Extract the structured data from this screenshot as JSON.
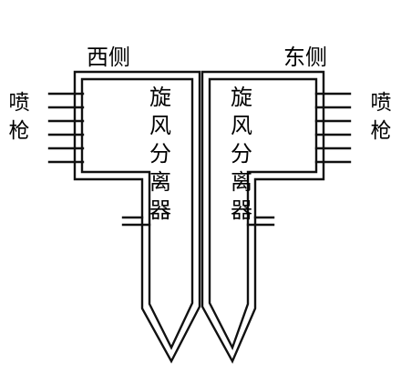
{
  "diagram": {
    "labels": {
      "west_side": "西侧",
      "east_side": "东侧",
      "nozzle_west": "喷枪",
      "nozzle_east": "喷枪",
      "cyclone_separator_west": "旋风分离器",
      "cyclone_separator_east": "旋风分离器"
    },
    "colors": {
      "line": "#111111",
      "background": "#ffffff"
    }
  }
}
